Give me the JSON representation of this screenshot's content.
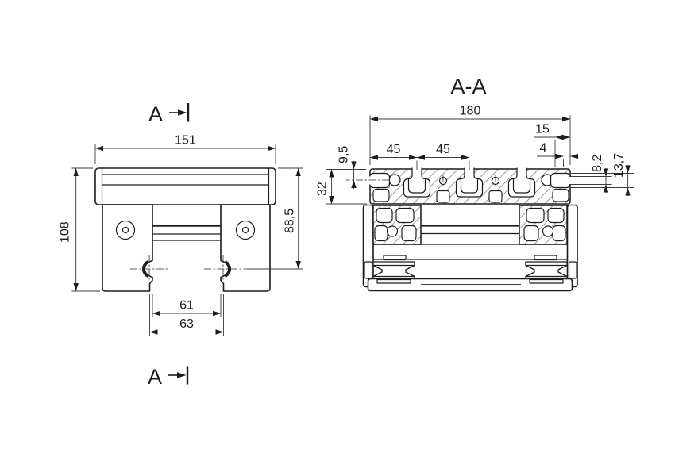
{
  "drawing": {
    "background": "#ffffff",
    "line_color": "#1c1c1c",
    "front_view": {
      "section_label_top": "A",
      "section_label_bottom": "A",
      "dim_width_top": "151",
      "dim_height_total": "108",
      "dim_height_body": "88,5",
      "dim_opening_inner": "61",
      "dim_opening_outer": "63"
    },
    "section_view": {
      "title": "A-A",
      "dim_width_top": "180",
      "dim_pitch_a": "45",
      "dim_pitch_b": "45",
      "dim_edge_offset": "15",
      "dim_small_offset": "4",
      "dim_depth": "9,5",
      "dim_profile_height": "32",
      "dim_side_slot_opening": "8,2",
      "dim_side_slot_outer": "13,7"
    }
  }
}
